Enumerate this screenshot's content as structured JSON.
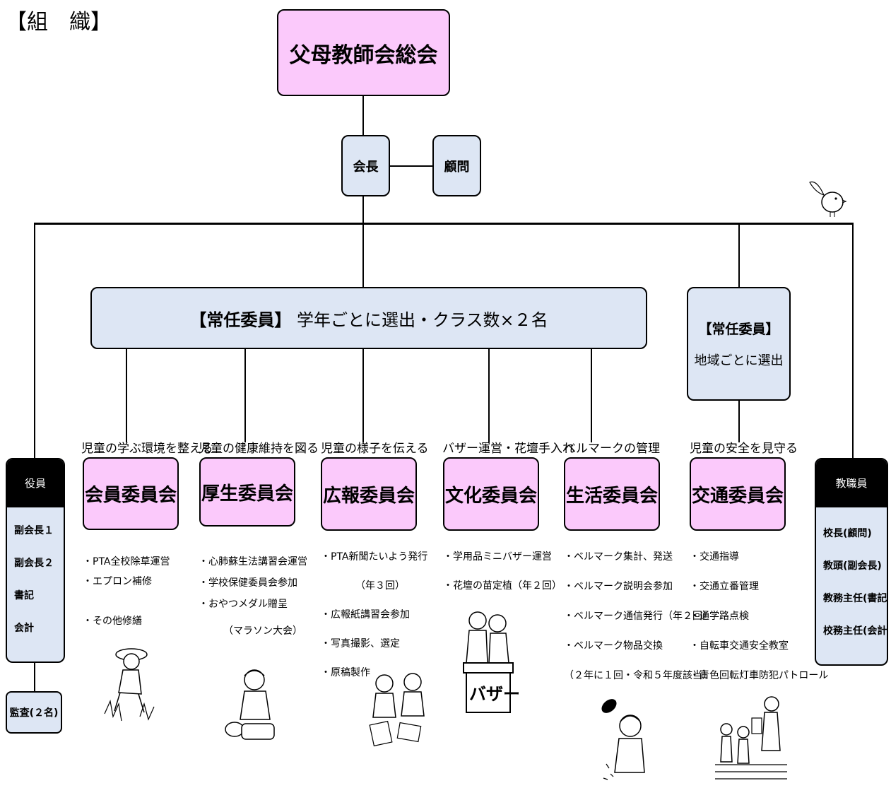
{
  "heading": "【組　織】",
  "top": {
    "title": "父母教師会総会"
  },
  "president": "会長",
  "advisor": "顧問",
  "standing_main": {
    "bracket": "【常任委員】",
    "text": " 学年ごとに選出・クラス数×２名"
  },
  "standing_area": {
    "bracket": "【常任委員】",
    "text": "地域ごとに選出"
  },
  "officers": {
    "header": "役員",
    "items": [
      "副会長１",
      "副会長２",
      "書記",
      "会計"
    ],
    "audit": "監査(２名)"
  },
  "staff": {
    "header": "教職員",
    "items": [
      "校長(顧問)",
      "教頭(副会長)",
      "教務主任(書記)",
      "校務主任(会計)"
    ]
  },
  "committees": [
    {
      "caption": "児童の学ぶ環境を整える",
      "name": "会員委員会",
      "tasks": [
        "・PTA全校除草運営",
        "・エプロン補修",
        "",
        "・その他修繕"
      ]
    },
    {
      "caption": "児童の健康維持を図る",
      "name": "厚生委員会",
      "tasks": [
        "・心肺蘇生法講習会運営",
        "・学校保健委員会参加",
        "・おやつメダル贈呈",
        "　　　（マラソン大会）"
      ]
    },
    {
      "caption": "児童の様子を伝える",
      "name": "広報委員会",
      "tasks": [
        "・PTA新聞たいよう発行",
        "　　　　（年３回）",
        "・広報紙講習会参加",
        "・写真撮影、選定",
        "・原稿製作"
      ]
    },
    {
      "caption": "バザー運営・花壇手入れ",
      "name": "文化委員会",
      "tasks": [
        "・学用品ミニバザー運営",
        "・花壇の苗定植（年２回）"
      ]
    },
    {
      "caption": "ベルマークの管理",
      "name": "生活委員会",
      "tasks": [
        "・ベルマーク集計、発送",
        "・ベルマーク説明会参加",
        "・ベルマーク通信発行（年２回）",
        "・ベルマーク物品交換",
        "（２年に１回・令和５年度該当）"
      ]
    },
    {
      "caption": "児童の安全を見守る",
      "name": "交通委員会",
      "tasks": [
        "・交通指導",
        "・交通立番管理",
        "・通学路点検",
        "・自転車交通安全教室",
        "・青色回転灯車防犯パトロール"
      ]
    }
  ],
  "bazaar_sign": "バザー"
}
